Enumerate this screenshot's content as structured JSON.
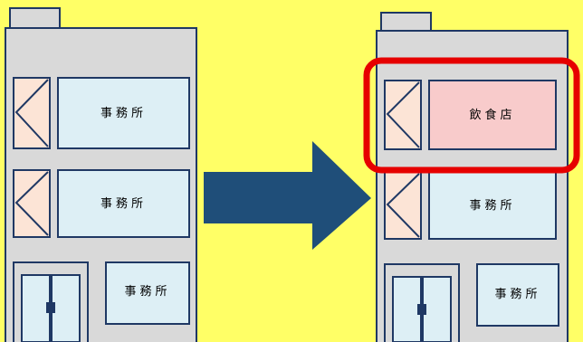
{
  "colors": {
    "background": "#FFFF66",
    "wall": "#D9D9D9",
    "outline": "#1F3864",
    "office_fill": "#DDEFF5",
    "stair_fill": "#FCE4D6",
    "restaurant_fill": "#F8CBCB",
    "arrow": "#1F4E79",
    "highlight": "#E60000"
  },
  "before": {
    "floor3_label": "事務所",
    "floor2_label": "事務所",
    "floor1_label": "事務所"
  },
  "after": {
    "floor3_label": "飲食店",
    "floor2_label": "事務所",
    "floor1_label": "事務所"
  },
  "arrow": {
    "direction": "right"
  }
}
